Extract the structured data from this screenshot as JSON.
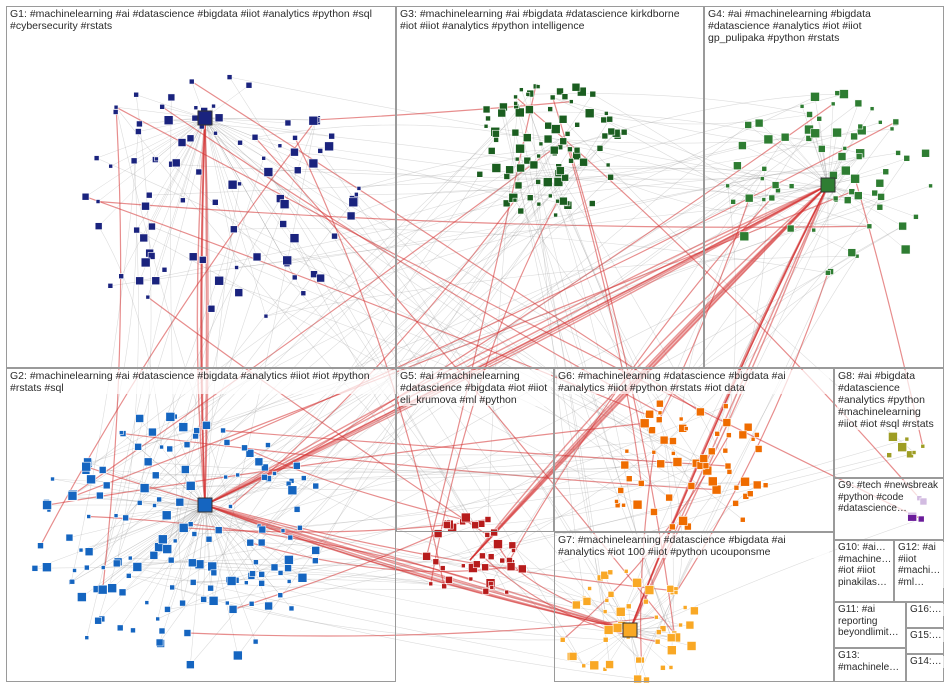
{
  "groups": [
    {
      "id": "G1",
      "label": "G1: #machinelearning #ai #datascience #bigdata #iiot #analytics #python #sql #cybersecurity #rstats",
      "color": "#1a237e"
    },
    {
      "id": "G3",
      "label": "G3: #machinelearning #ai #bigdata #datascience kirkdborne #iot #iiot #analytics #python intelligence",
      "color": "#1b5e20"
    },
    {
      "id": "G4",
      "label": "G4: #ai #machinelearning #bigdata #datascience #analytics #iot #iiot gp_pulipaka #python #rstats",
      "color": "#2e7d32"
    },
    {
      "id": "G2",
      "label": "G2: #machinelearning #ai #datascience #bigdata #analytics #iiot #iot #python #rstats #sql",
      "color": "#1565c0"
    },
    {
      "id": "G5",
      "label": "G5: #ai #machinelearning #datascience #bigdata #iot #iiot eli_krumova #ml #python",
      "color": "#b71c1c"
    },
    {
      "id": "G6",
      "label": "G6: #machinelearning #datascience #bigdata #ai #analytics #iiot #python #rstats #iot data",
      "color": "#ef6c00"
    },
    {
      "id": "G7",
      "label": "G7: #machinelearning #datascience #bigdata #ai #analytics #iot 100 #iiot #python ucouponsme",
      "color": "#f9a825"
    },
    {
      "id": "G8",
      "label": "G8: #ai #bigdata #datascience #analytics #python #machinelearning #iiot #iot #sql #rstats",
      "color": "#9e9d24"
    },
    {
      "id": "G9",
      "label": "G9: #tech #newsbreak #python #code #datascience…",
      "color": "#6a1b9a"
    },
    {
      "id": "G10",
      "label": "G10: #ai… #machine… #iot #iiot pinakilas…",
      "color": "#4a148c"
    },
    {
      "id": "G12",
      "label": "G12: #ai #iiot #machi… #ml…",
      "color": "#4a148c"
    },
    {
      "id": "G11",
      "label": "G11: #ai reporting beyondlimit…",
      "color": "#4a148c"
    },
    {
      "id": "G16",
      "label": "G16:…",
      "color": "#4a148c"
    },
    {
      "id": "G15",
      "label": "G15:…",
      "color": "#4a148c"
    },
    {
      "id": "G13",
      "label": "G13: #machinele…",
      "color": "#4a148c"
    },
    {
      "id": "G14",
      "label": "G14:…",
      "color": "#4a148c"
    }
  ],
  "colors": {
    "edge": "#8c8c8c",
    "edge_hot": "#d32f2f",
    "box_border": "#9a9a9a"
  }
}
